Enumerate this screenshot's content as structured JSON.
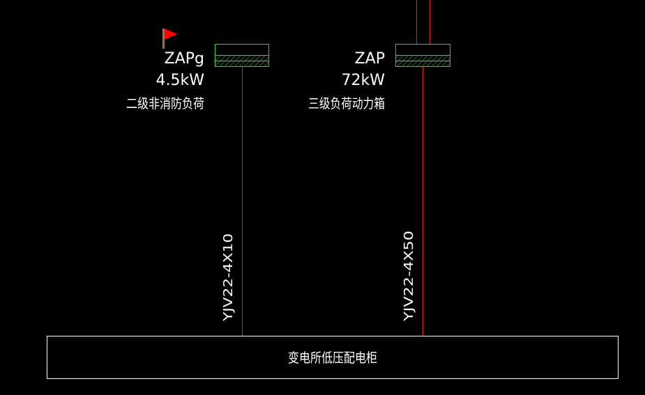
{
  "colors": {
    "background": "#000000",
    "cable": "#e0201a",
    "panel": "#33cc33",
    "text": "#ffffff",
    "flag": "#ff0000"
  },
  "panels": [
    {
      "name": "ZAPg",
      "power": "4.5kW",
      "description": "二级非消防负荷",
      "cable": "YJV22-4X10",
      "flagged": true
    },
    {
      "name": "ZAP",
      "power": "72kW",
      "description": "三级负荷动力箱",
      "cable": "YJV22-4X50",
      "flagged": false
    }
  ],
  "source": {
    "label": "变电所低压配电柜"
  }
}
